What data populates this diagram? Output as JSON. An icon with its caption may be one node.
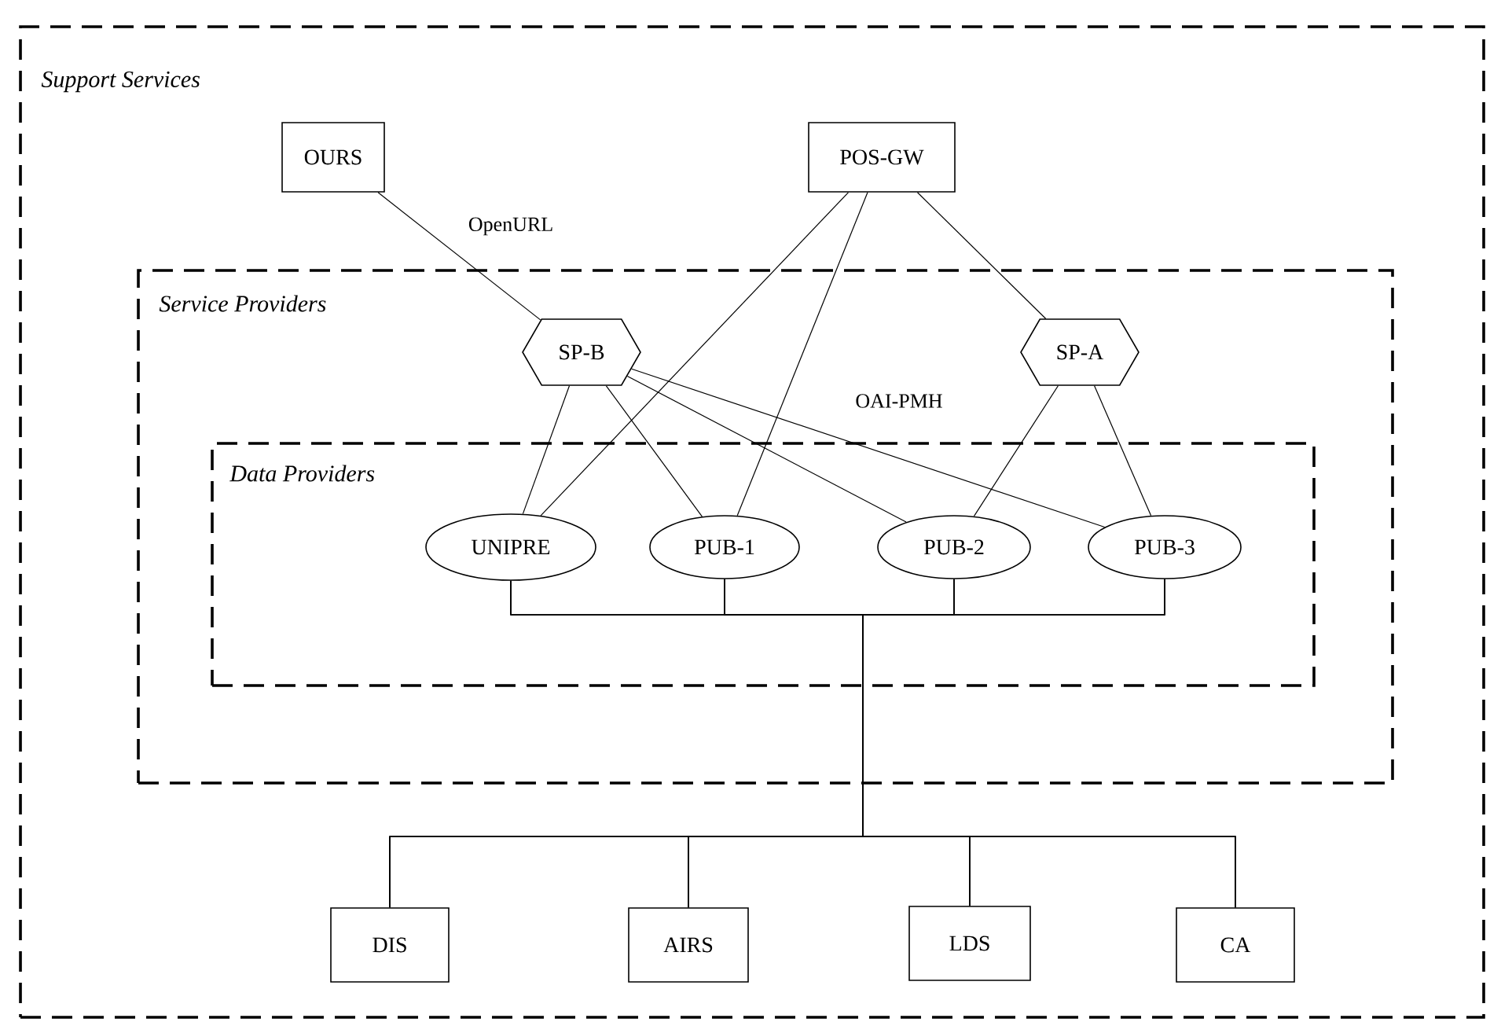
{
  "diagram": {
    "nodes": [
      {
        "text": [
          "Support Services"
        ]
      },
      {
        "text": [
          "OURS"
        ],
        "in": 0
      },
      {
        "text": [
          "POS-GW"
        ],
        "in": 0
      },
      {
        "text": [
          "Service Providers"
        ],
        "in": 0
      },
      {
        "text": [
          "SP-B"
        ],
        "in": 3
      },
      {
        "text": [
          "SP-A"
        ],
        "in": 3
      },
      {
        "text": [
          "Data Providers"
        ],
        "in": 3
      },
      {
        "text": [
          "UNIPRE"
        ],
        "in": 6
      },
      {
        "text": [
          "PUB-1"
        ],
        "in": 6
      },
      {
        "text": [
          "PUB-2"
        ],
        "in": 6
      },
      {
        "text": [
          "PUB-3"
        ],
        "in": 6
      },
      {
        "text": [
          "DIS"
        ],
        "in": 0
      },
      {
        "text": [
          "AIRS"
        ],
        "in": 0
      },
      {
        "text": [
          "LDS"
        ],
        "in": 0
      },
      {
        "text": [
          "CA"
        ],
        "in": 0
      }
    ],
    "edges": [
      {
        "from": 1,
        "to": 4,
        "arrow": "none",
        "label": "OpenURL"
      },
      {
        "from": 2,
        "to": 7,
        "arrow": "none"
      },
      {
        "from": 2,
        "to": 8,
        "arrow": "none"
      },
      {
        "from": 2,
        "to": 5,
        "arrow": "none"
      },
      {
        "from": 4,
        "to": 7,
        "arrow": "none"
      },
      {
        "from": 4,
        "to": 8,
        "arrow": "none"
      },
      {
        "from": 4,
        "to": 9,
        "arrow": "none"
      },
      {
        "from": 4,
        "to": 10,
        "arrow": "none",
        "label": "OAI-PMH"
      },
      {
        "from": 5,
        "to": 9,
        "arrow": "none"
      },
      {
        "from": 5,
        "to": 10,
        "arrow": "none"
      },
      {
        "from": 7,
        "to": 11,
        "arrow": "none"
      },
      {
        "from": 7,
        "to": 12,
        "arrow": "none"
      },
      {
        "from": 7,
        "to": 13,
        "arrow": "none"
      },
      {
        "from": 7,
        "to": 14,
        "arrow": "none"
      },
      {
        "from": 8,
        "to": 11,
        "arrow": "none"
      },
      {
        "from": 8,
        "to": 12,
        "arrow": "none"
      },
      {
        "from": 8,
        "to": 13,
        "arrow": "none"
      },
      {
        "from": 8,
        "to": 14,
        "arrow": "none"
      },
      {
        "from": 9,
        "to": 11,
        "arrow": "none"
      },
      {
        "from": 9,
        "to": 12,
        "arrow": "none"
      },
      {
        "from": 9,
        "to": 13,
        "arrow": "none"
      },
      {
        "from": 9,
        "to": 14,
        "arrow": "none"
      },
      {
        "from": 10,
        "to": 11,
        "arrow": "none"
      },
      {
        "from": 10,
        "to": 12,
        "arrow": "none"
      },
      {
        "from": 10,
        "to": 13,
        "arrow": "none"
      },
      {
        "from": 10,
        "to": 14,
        "arrow": "none"
      }
    ]
  }
}
